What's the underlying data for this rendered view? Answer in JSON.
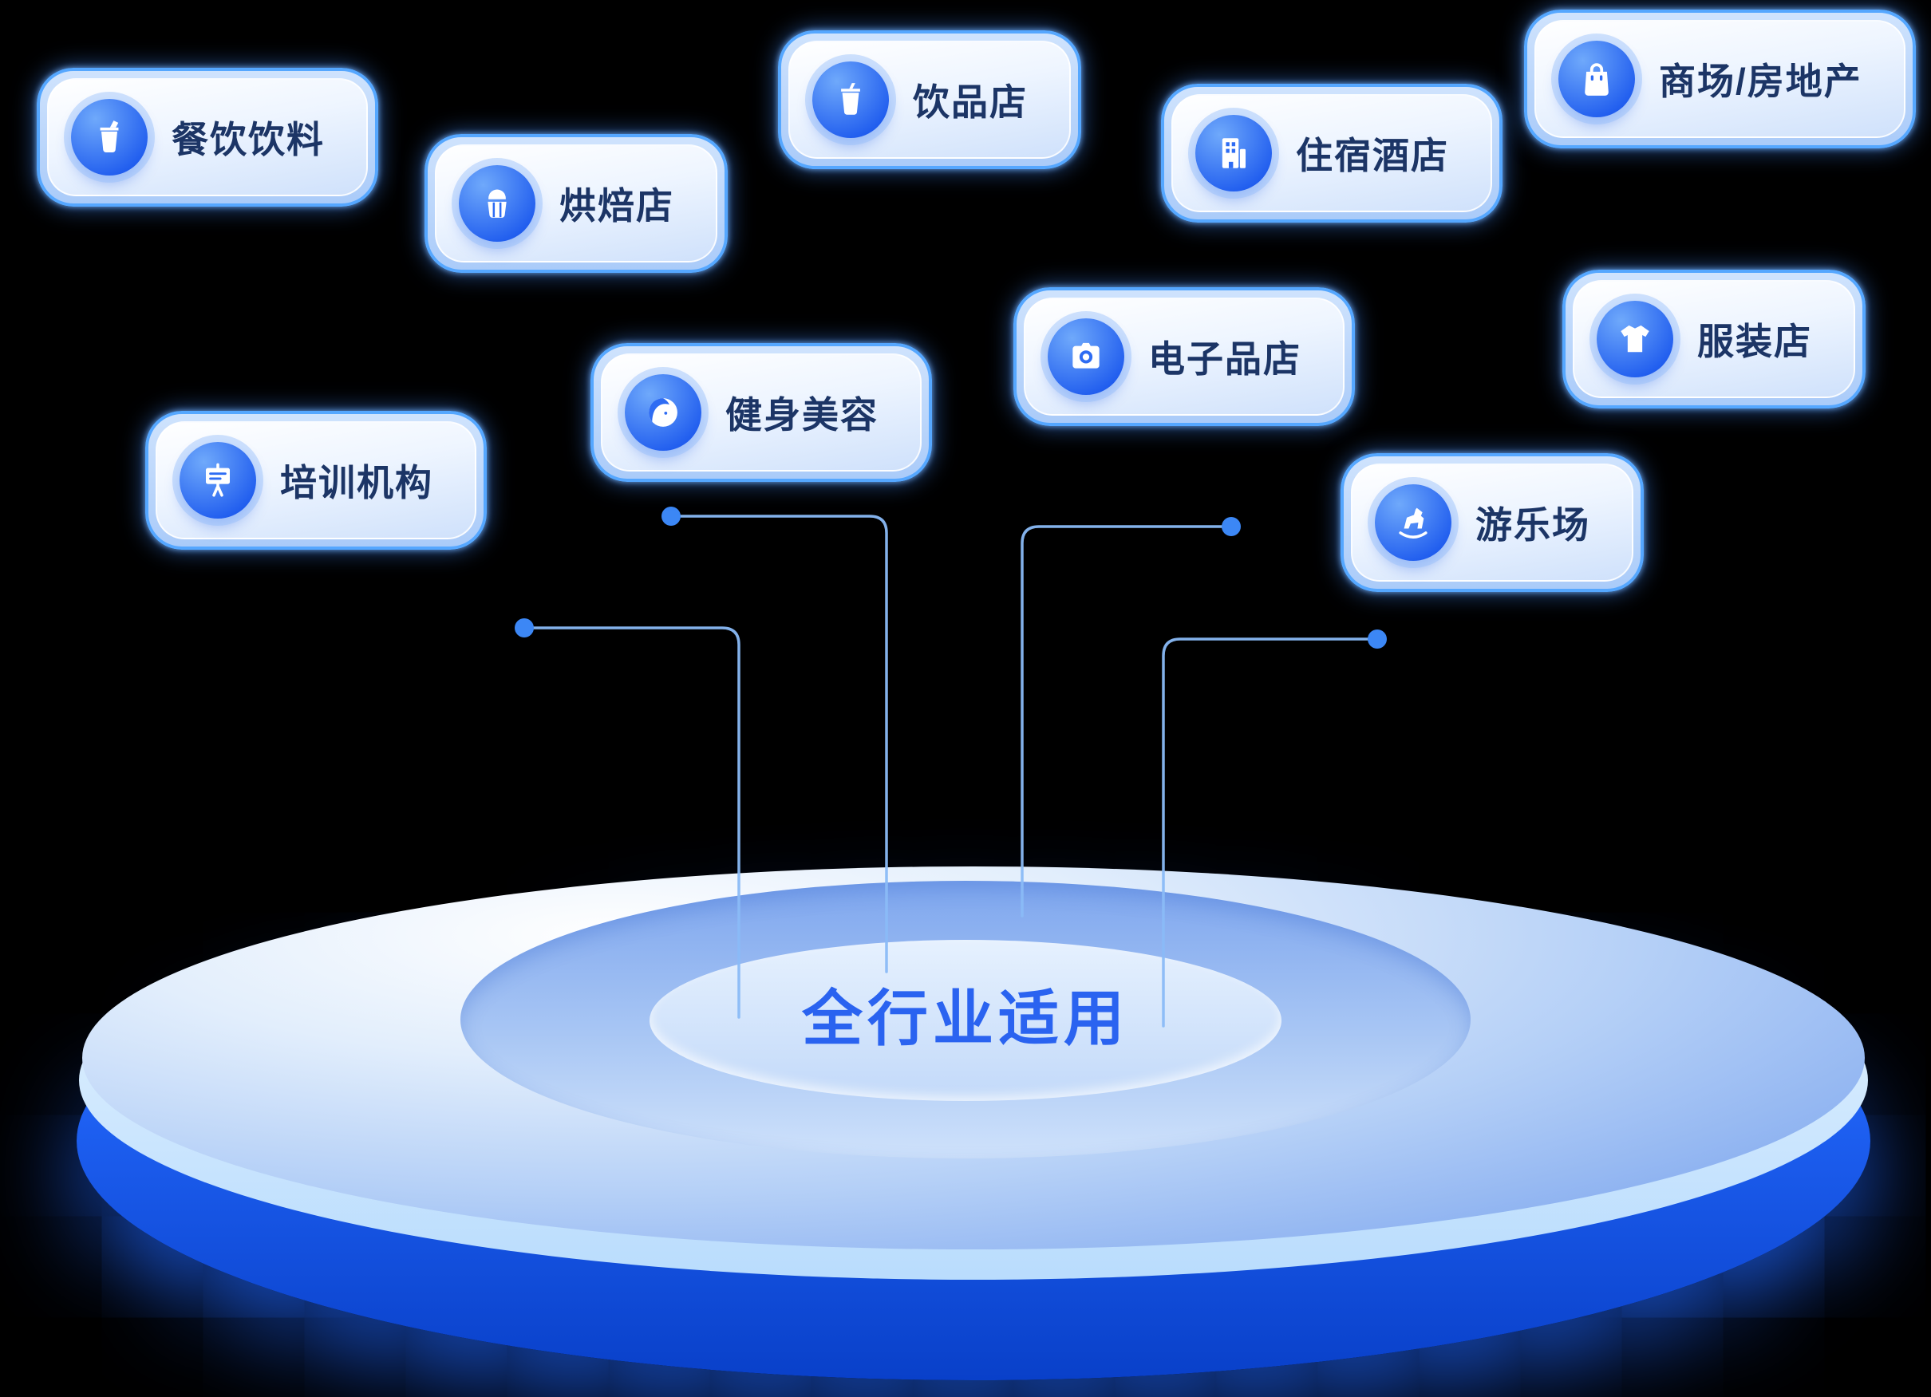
{
  "center": {
    "label": "全行业适用"
  },
  "cards": [
    {
      "label": "餐饮饮料",
      "icon": "drink-cup-straw-icon"
    },
    {
      "label": "烘焙店",
      "icon": "cupcake-icon"
    },
    {
      "label": "饮品店",
      "icon": "beverage-cup-icon"
    },
    {
      "label": "住宿酒店",
      "icon": "hotel-building-icon"
    },
    {
      "label": "商场/房地产",
      "icon": "shopping-bag-icon"
    },
    {
      "label": "健身美容",
      "icon": "beauty-face-icon"
    },
    {
      "label": "电子品店",
      "icon": "camera-icon"
    },
    {
      "label": "服装店",
      "icon": "tshirt-icon"
    },
    {
      "label": "培训机构",
      "icon": "easel-board-icon"
    },
    {
      "label": "游乐场",
      "icon": "rocking-horse-icon"
    }
  ],
  "colors": {
    "bg": "#000000",
    "card-border": "#55a7ff",
    "icon-grad-top": "#6fa9fb",
    "icon-grad-bottom": "#1e5bee",
    "label-color": "#1c3566",
    "line-color": "#8abaf7",
    "dot-color": "#3c87f5",
    "center-text": "#2a63f0",
    "disc-side-top": "#3b86f8",
    "disc-side-bottom": "#0940c9"
  }
}
